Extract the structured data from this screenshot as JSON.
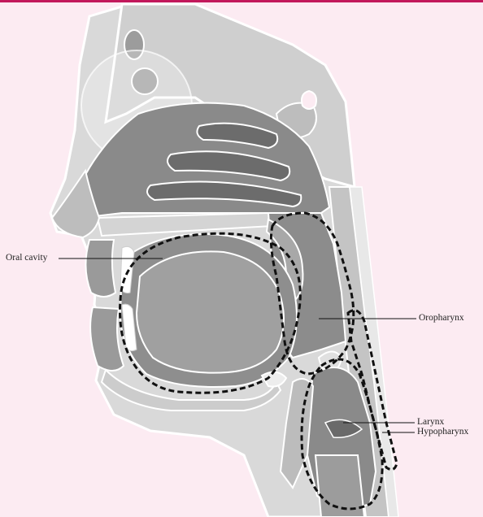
{
  "figure": {
    "description_colors": {
      "background": "#fcebf2",
      "top_rule": "#c2185b",
      "bone": "#c9c9c9",
      "soft_tissue_light": "#dcdcdc",
      "soft_tissue_mid": "#9a9a9a",
      "soft_tissue_dark": "#6e6e6e",
      "outline": "#ffffff",
      "region_dash": "#111111"
    },
    "labels": {
      "oral_cavity": "Oral cavity",
      "oropharynx": "Oropharynx",
      "larynx": "Larynx",
      "hypopharynx": "Hypopharynx"
    }
  }
}
